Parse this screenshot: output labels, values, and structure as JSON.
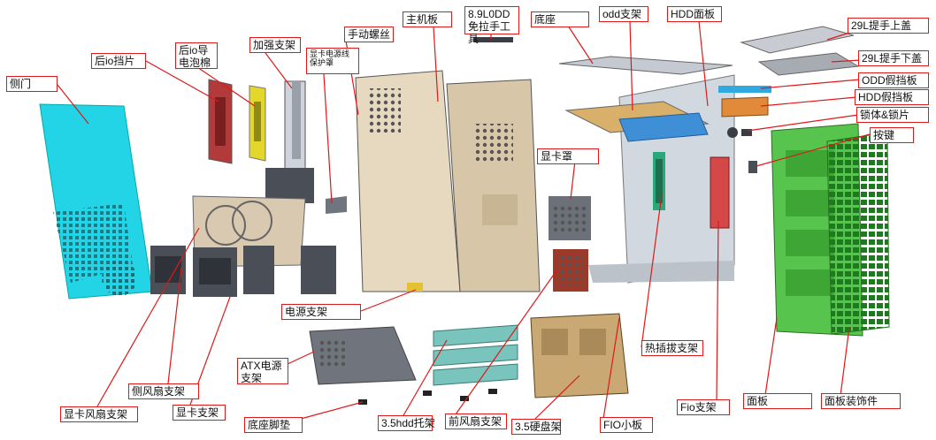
{
  "diagram": {
    "line_color": "#e01818",
    "labels": {
      "side_door": "侧门",
      "rear_io_shield": "后io挡片",
      "rear_io_foam": "后io导电泡棉",
      "reinforce_bracket": "加强支架",
      "gpu_psu_cable_cover": "显卡电源线保护罩",
      "thumb_screw": "手动螺丝",
      "motherboard_tray": "主机板",
      "odd_pull_tool": "8.9L0DD免拉手工具",
      "base": "底座",
      "odd_bracket": "odd支架",
      "hdd_panel": "HDD面板",
      "handle_top_cover": "29L提手上盖",
      "handle_bottom_cover": "29L提手下盖",
      "odd_dummy_plate": "ODD假挡板",
      "hdd_dummy_plate": "HDD假挡板",
      "lock_body": "锁体&锁片",
      "button": "按键",
      "gpu_cover": "显卡罩",
      "psu_bracket": "电源支架",
      "atx_psu_bracket": "ATX电源支架",
      "hot_swap_bracket": "热插拔支架",
      "fio_bracket": "Fio支架",
      "front_panel": "面板",
      "front_panel_decor": "面板装饰件",
      "gpu_fan_bracket": "显卡风扇支架",
      "side_fan_bracket": "侧风扇支架",
      "gpu_bracket": "显卡支架",
      "base_foot": "底座脚垫",
      "hdd_tray_35": "3.5hdd托架",
      "front_fan_bracket": "前风扇支架",
      "hdd_cage_35": "3.5硬盘架",
      "fio_board": "FIO小板"
    }
  }
}
